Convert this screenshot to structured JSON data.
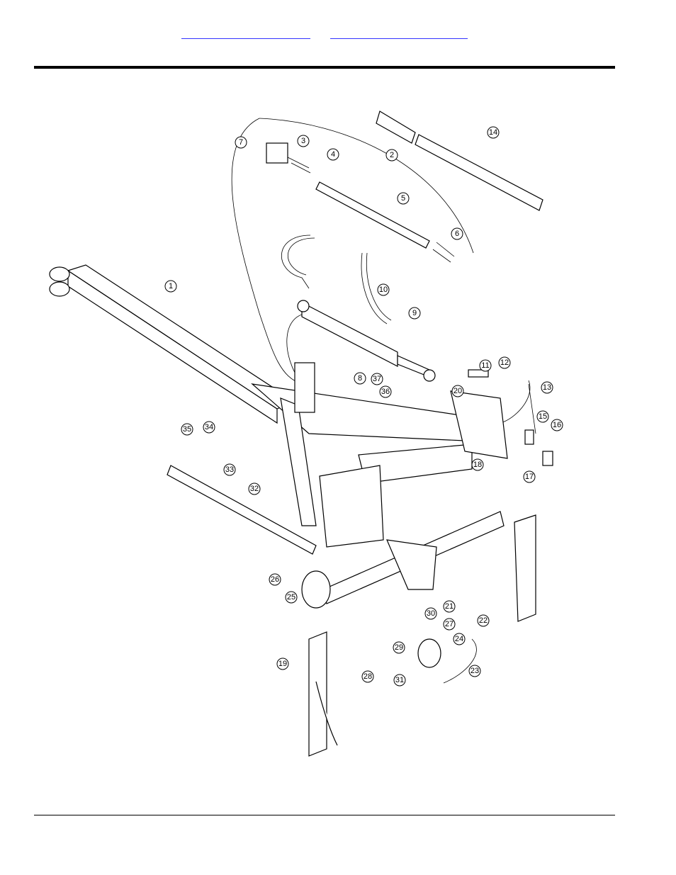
{
  "header": {
    "link_left": "",
    "link_right": ""
  },
  "diagram": {
    "callouts": [
      "1",
      "2",
      "3",
      "4",
      "5",
      "6",
      "7",
      "8",
      "9",
      "10",
      "11",
      "12",
      "13",
      "14",
      "15",
      "16",
      "17",
      "18",
      "19",
      "20",
      "21",
      "22",
      "23",
      "24",
      "25",
      "26",
      "27",
      "28",
      "29",
      "30",
      "31",
      "32",
      "33",
      "34",
      "35",
      "36",
      "37"
    ]
  }
}
